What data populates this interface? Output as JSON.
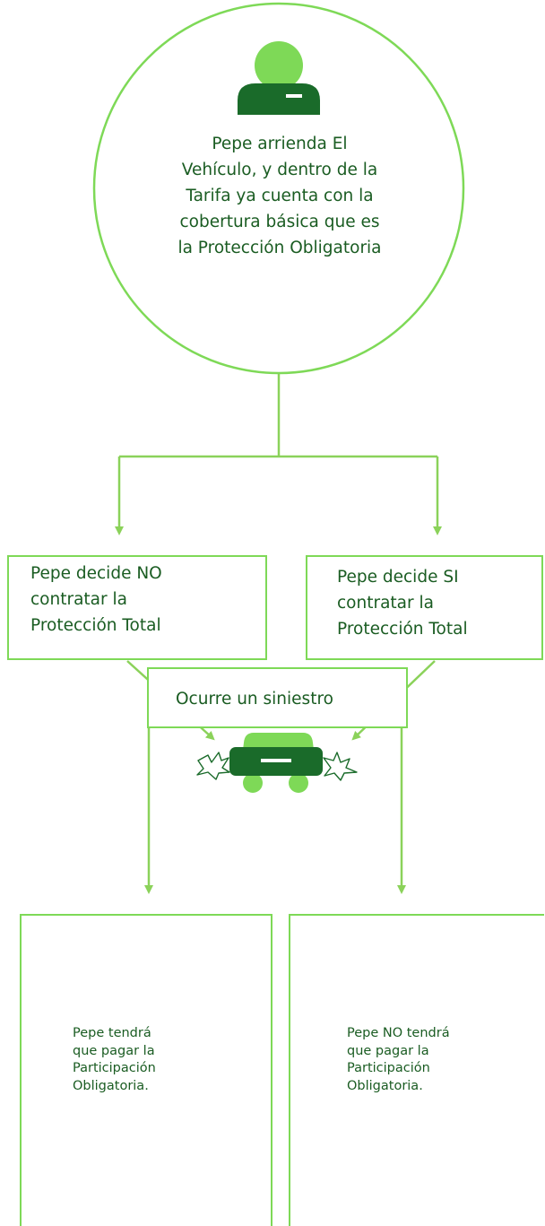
{
  "colors": {
    "light_green": "#7ed957",
    "dark_green": "#1a6b2a",
    "text_green": "#1a5c22",
    "line_green": "#8bd25a"
  },
  "icons": {
    "person": "person-icon",
    "car_crash": "car-crash-icon"
  },
  "nodes": {
    "start": "Pepe arrienda El\nVehículo, y dentro de la\nTarifa ya cuenta con la\ncobertura básica que es\nla Protección Obligatoria",
    "decision_no": "Pepe decide  NO\ncontratar la\nProtección Total",
    "decision_si": "    Pepe decide SI\ncontratar la\nProtección Total",
    "event": "Ocurre un siniestro",
    "result_no": "Pepe tendrá\nque pagar la\nParticipación\nObligatoria.",
    "result_si": "Pepe NO tendrá\nque pagar la\nParticipación\nObligatoria."
  }
}
